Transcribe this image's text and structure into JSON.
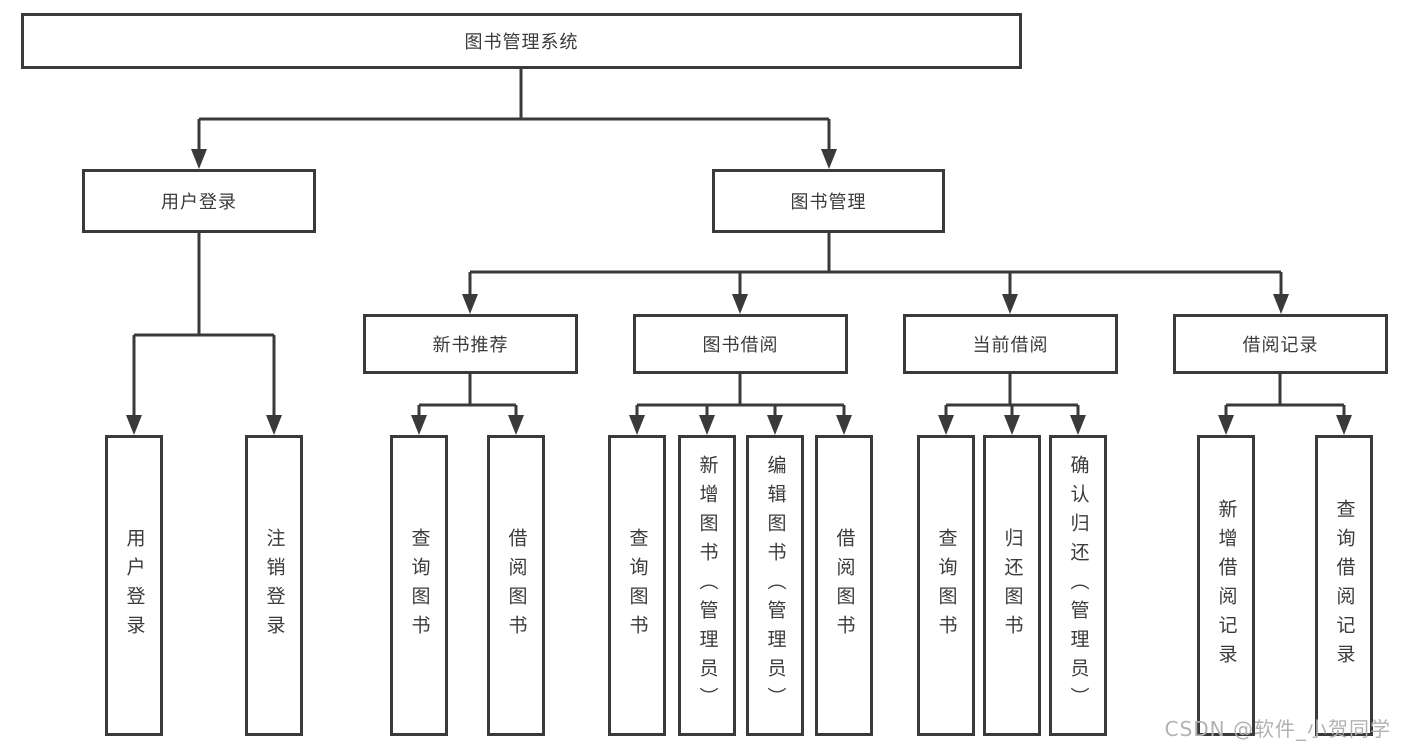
{
  "tree": {
    "root": {
      "label": "图书管理系统"
    },
    "children": [
      {
        "label": "用户登录",
        "children": [
          {
            "label": "用户登录"
          },
          {
            "label": "注销登录"
          }
        ]
      },
      {
        "label": "图书管理",
        "children": [
          {
            "label": "新书推荐",
            "children": [
              {
                "label": "查询图书"
              },
              {
                "label": "借阅图书"
              }
            ]
          },
          {
            "label": "图书借阅",
            "children": [
              {
                "label": "查询图书"
              },
              {
                "label": "新增图书（管理员）"
              },
              {
                "label": "编辑图书（管理员）"
              },
              {
                "label": "借阅图书"
              }
            ]
          },
          {
            "label": "当前借阅",
            "children": [
              {
                "label": "查询图书"
              },
              {
                "label": "归还图书"
              },
              {
                "label": "确认归还（管理员）"
              }
            ]
          },
          {
            "label": "借阅记录",
            "children": [
              {
                "label": "新增借阅记录"
              },
              {
                "label": "查询借阅记录"
              }
            ]
          }
        ]
      }
    ]
  },
  "watermark": "CSDN @软件_小贺同学",
  "colors": {
    "line": "#3a3a3a",
    "text": "#3b3b3b",
    "watermark": "#b2b2b2",
    "background": "#ffffff"
  }
}
